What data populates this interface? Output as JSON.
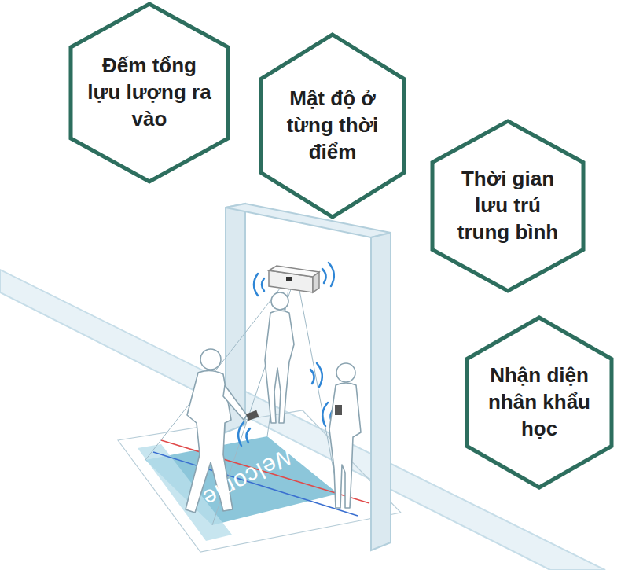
{
  "diagram": {
    "nodes": [
      {
        "text": [
          "Đếm tổng lựu lượng ra vào"
        ]
      },
      {
        "text": [
          "Mật độ ở từng thời điểm"
        ]
      },
      {
        "text": [
          "Thời gian lưu trú trung bình"
        ]
      },
      {
        "text": [
          "Nhận diện nhân khẩu học"
        ]
      }
    ],
    "labels": [
      "Welcome"
    ]
  }
}
